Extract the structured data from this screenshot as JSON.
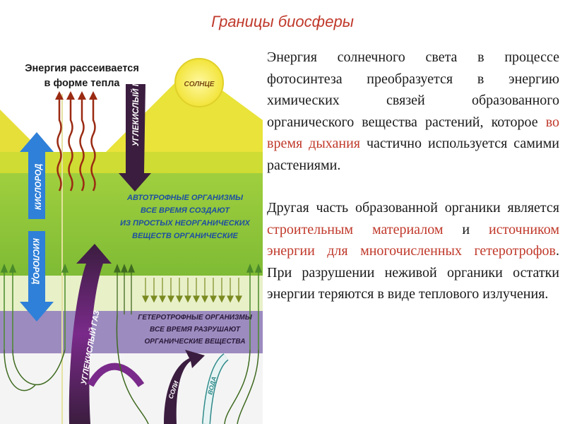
{
  "slide": {
    "title": "Границы биосферы"
  },
  "diagram": {
    "heat_label_line1": "Энергия рассеивается",
    "heat_label_line2": "в форме тепла",
    "sun_label": "СОЛНЦЕ",
    "co2_label": "УГЛЕКИСЛЫЙ ГАЗ",
    "oxygen_label": "КИСЛОРОД",
    "autotroph_lines": [
      "АВТОТРОФНЫЕ ОРГАНИЗМЫ",
      "ВСЕ ВРЕМЯ СОЗДАЮТ",
      "ИЗ ПРОСТЫХ НЕОРГАНИЧЕСКИХ",
      "ВЕЩЕСТВ ОРГАНИЧЕСКИЕ"
    ],
    "heterotroph_lines": [
      "ГЕТЕРОТРОФНЫЕ ОРГАНИЗМЫ",
      "ВСЕ ВРЕМЯ РАЗРУШАЮТ",
      "ОРГАНИЧЕСКИЕ ВЕЩЕСТВА"
    ],
    "salts_label": "СОЛИ",
    "water_label": "ВОДА",
    "colors": {
      "sky": "#e9e33a",
      "band_light": "#c8dc32",
      "band_green": "#8fc43a",
      "band_green_dark": "#6fae2e",
      "soil": "#9c8bbf",
      "co2_arrow": "#3b1d3f",
      "oxygen_arrow": "#2f80d8",
      "heat_arrow": "#9a2a12",
      "caption": "#1e4fa0"
    }
  },
  "text": {
    "p1": {
      "before": "Энергия солнечного света в процессе фотосинтеза преобразуется в энергию химических связей образованного органического вещества растений, которое ",
      "hl1": "во время дыхания",
      "after": " частично используется самими растениями."
    },
    "p2": {
      "before": "Другая часть образованной органики является ",
      "hl1": "строительным материалом",
      "mid": " и ",
      "hl2": "источником энергии для многочисленных гетеротрофов",
      "after": ". При разрушении неживой органики остатки энергии теряются в виде теплового излучения."
    }
  }
}
